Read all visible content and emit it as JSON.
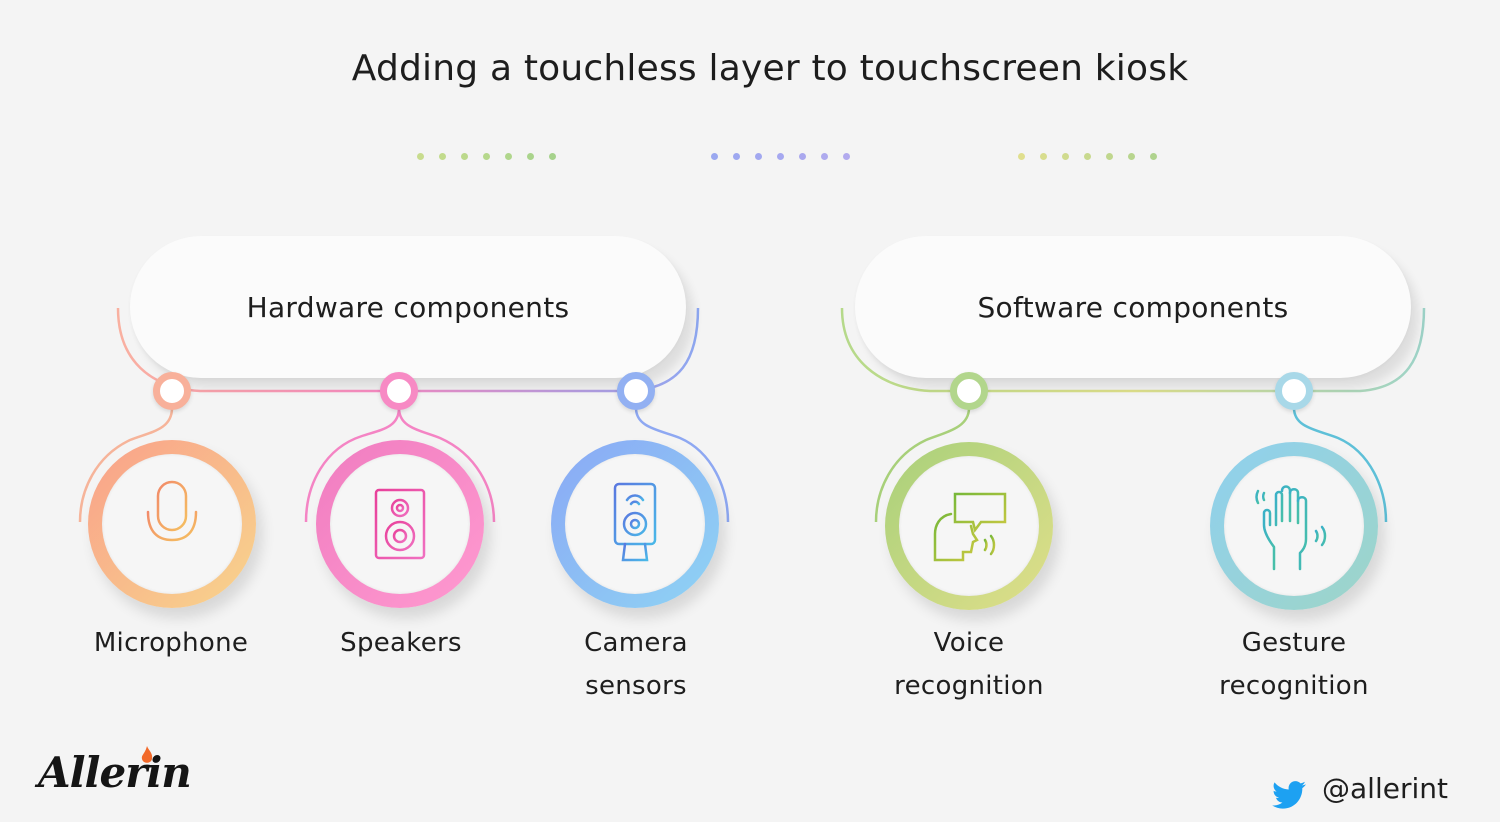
{
  "title": "Adding a touchless layer to touchscreen kiosk",
  "groups": [
    {
      "heading": "Hardware components",
      "items": [
        {
          "label": "Microphone",
          "icon": "microphone-icon"
        },
        {
          "label": "Speakers",
          "icon": "speaker-icon"
        },
        {
          "label_line1": "Camera",
          "label_line2": "sensors",
          "icon": "camera-sensor-icon"
        }
      ]
    },
    {
      "heading": "Software components",
      "items": [
        {
          "label_line1": "Voice",
          "label_line2": "recognition",
          "icon": "voice-recognition-icon"
        },
        {
          "label_line1": "Gesture",
          "label_line2": "recognition",
          "icon": "gesture-recognition-icon"
        }
      ]
    }
  ],
  "brand": {
    "logo_text": "Allerin",
    "twitter_handle": "@allerint"
  },
  "colors": {
    "background": "#f4f4f4",
    "microphone": [
      "#f9a08a",
      "#f8d58c"
    ],
    "speakers": [
      "#f07cc0",
      "#ff9ad0"
    ],
    "camera": [
      "#8aa8f5",
      "#8fd4f4"
    ],
    "voice": [
      "#a8d07a",
      "#e0df8a"
    ],
    "gesture": [
      "#8fd0ef",
      "#9ed5c7"
    ],
    "twitter": "#1da1f2"
  }
}
